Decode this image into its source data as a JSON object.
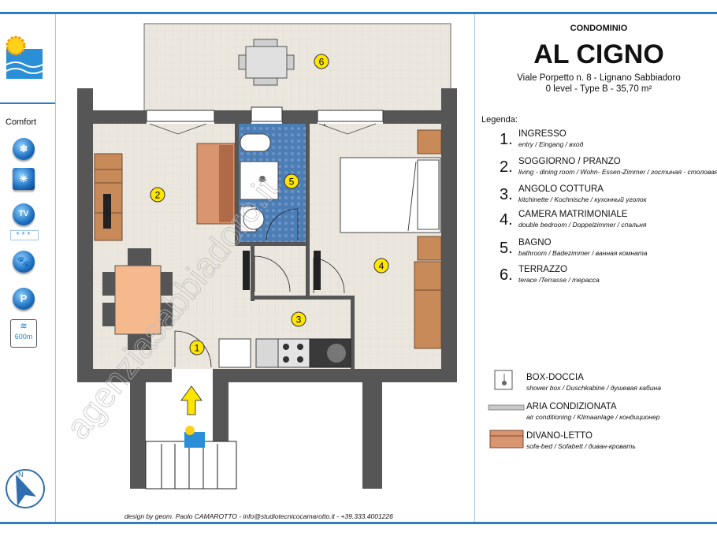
{
  "header": {
    "subtitle": "CONDOMINIO",
    "title": "AL CIGNO",
    "address": "Viale Porpetto n. 8 - Lignano Sabbiadoro",
    "unit": "0 level - Type B - 35,70 m²"
  },
  "sidebar": {
    "comfort_label": "Comfort",
    "icons": [
      "snowflake-icon",
      "climate-icon",
      "tv-icon",
      "stars-icon",
      "paw-icon",
      "parking-icon",
      "sea-distance-icon"
    ],
    "tv_label": "TV",
    "parking_label": "P",
    "stars_label": "***",
    "sea_distance": "600m"
  },
  "legend": {
    "heading": "Legenda:",
    "rooms": [
      {
        "num": "1.",
        "name": "INGRESSO",
        "sub": "entry / Eingang / вход"
      },
      {
        "num": "2.",
        "name": "SOGGIORNO / PRANZO",
        "sub": "living - dining room / Wohn- Essen-Zimmer / гостиная - столовая"
      },
      {
        "num": "3.",
        "name": "ANGOLO COTTURA",
        "sub": "kitchinette / Kochnische / кухонный уголок"
      },
      {
        "num": "4.",
        "name": "CAMERA MATRIMONIALE",
        "sub": "double bedroom / Doppelzimmer / спальня"
      },
      {
        "num": "5.",
        "name": "BAGNO",
        "sub": "bathroom / Badezimmer / ванная комната"
      },
      {
        "num": "6.",
        "name": "TERRAZZO",
        "sub": "terace /Terrasse / терасса"
      }
    ],
    "symbols": [
      {
        "name": "BOX-DOCCIA",
        "sub": "shower box / Duschkabine / душевая кабина"
      },
      {
        "name": "ARIA CONDIZIONATA",
        "sub": "air conditioning / Klimaanlage / кондиционер"
      },
      {
        "name": "DIVANO-LETTO",
        "sub": "sofa-bed / Sofabett / диван-кровать"
      }
    ]
  },
  "plan": {
    "room_markers": [
      "1",
      "2",
      "3",
      "4",
      "5",
      "6"
    ],
    "watermark": "agenziasabbiadoro.it",
    "compass": "N"
  },
  "footer": "design by geom. Paolo CAMAROTTO - info@studiotecnicocamarotto.it - +39.333.4001226",
  "colors": {
    "accent": "#2f7fc0",
    "wall": "#555555",
    "floor": "#e9e5dc",
    "bath": "#4f7fb5",
    "marker": "#ffe600",
    "wood": "#c98a5a"
  }
}
